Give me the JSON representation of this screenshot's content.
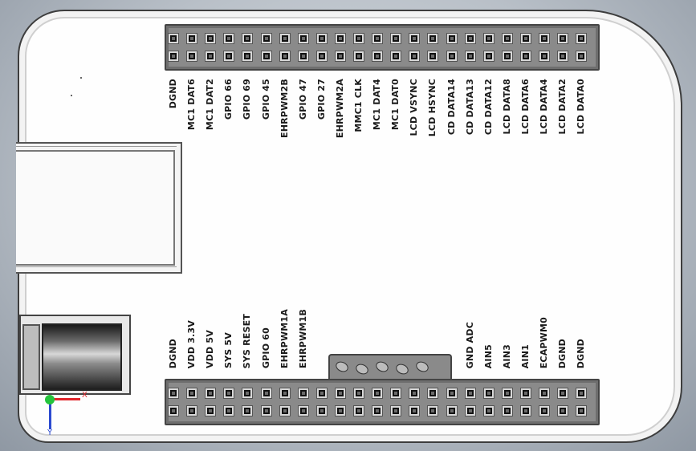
{
  "top_labels": [
    "DGND",
    "MC1 DAT6",
    "MC1 DAT2",
    "GPIO 66",
    "GPIO 69",
    "GPIO 45",
    "EHRPWM2B",
    "GPIO 47",
    "GPIO 27",
    "EHRPWM2A",
    "MMC1 CLK",
    "MC1 DAT4",
    "MC1 DAT0",
    "LCD VSYNC",
    "LCD HSYNC",
    "CD DATA14",
    "CD DATA13",
    "CD DATA12",
    "LCD DATA8",
    "LCD DATA6",
    "LCD DATA4",
    "LCD DATA2",
    "LCD DATA0"
  ],
  "bottom_labels_left": [
    "DGND",
    "VDD 3.3V",
    "VDD 5V",
    "SYS 5V",
    "SYS RESET",
    "GPIO 60",
    "EHRPWM1A",
    "EHRPWM1B"
  ],
  "bottom_labels_right": [
    "GND ADC",
    "AIN5",
    "AIN3",
    "AIN1",
    "ECAPWM0",
    "DGND",
    "DGND"
  ],
  "header_columns": 23,
  "axis": {
    "x_label": "X",
    "y_label": "Y"
  },
  "colors": {
    "board": "#fefefe",
    "header": "#8a8a8a",
    "pin": "#121212",
    "axis_x": "#e0252b",
    "axis_y": "#2b4ad0",
    "axis_z": "#24c43c"
  }
}
